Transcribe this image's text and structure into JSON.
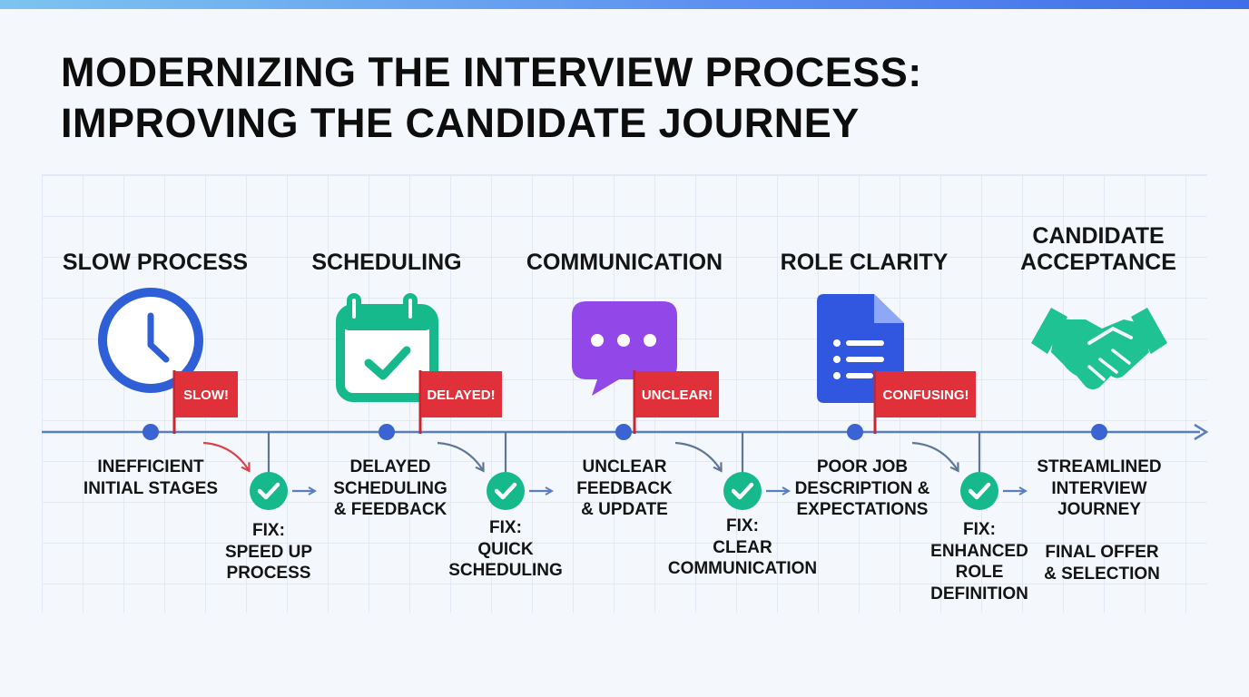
{
  "title_lines": [
    "MODERNIZING THE INTERVIEW PROCESS:",
    "IMPROVING THE CANDIDATE JOURNEY"
  ],
  "colors": {
    "accent_blue": "#2f5fd6",
    "timeline": "#5a7fc0",
    "check_green": "#16b98c",
    "flag_red": "#e0313a",
    "chat_purple": "#9247e8",
    "doc_blue": "#3157e0",
    "handshake_green": "#1fc293"
  },
  "stages": [
    {
      "title_lines": [
        "SLOW PROCESS"
      ],
      "icon": "clock-icon",
      "flag": "SLOW!",
      "problem_lines": [
        "INEFFICIENT",
        "INITIAL STAGES"
      ],
      "fix_lines": [
        "FIX:",
        "SPEED UP",
        "PROCESS"
      ]
    },
    {
      "title_lines": [
        "SCHEDULING"
      ],
      "icon": "calendar-check-icon",
      "flag": "DELAYED!",
      "problem_lines": [
        "DELAYED",
        "SCHEDULING",
        "& FEEDBACK"
      ],
      "fix_lines": [
        "FIX:",
        "QUICK",
        "SCHEDULING"
      ]
    },
    {
      "title_lines": [
        "COMMUNICATION"
      ],
      "icon": "chat-bubble-icon",
      "flag": "UNCLEAR!",
      "problem_lines": [
        "UNCLEAR",
        "FEEDBACK",
        "& UPDATE"
      ],
      "fix_lines": [
        "FIX:",
        "CLEAR",
        "COMMUNICATION"
      ]
    },
    {
      "title_lines": [
        "ROLE CLARITY"
      ],
      "icon": "document-icon",
      "flag": "CONFUSING!",
      "problem_lines": [
        "POOR JOB",
        "DESCRIPTION &",
        "EXPECTATIONS"
      ],
      "fix_lines": [
        "FIX:",
        "ENHANCED",
        "ROLE",
        "DEFINITION"
      ]
    },
    {
      "title_lines": [
        "CANDIDATE",
        "ACCEPTANCE"
      ],
      "icon": "handshake-icon",
      "problem_lines": [
        "STREAMLINED",
        "INTERVIEW",
        "JOURNEY"
      ],
      "extra_lines": [
        "FINAL OFFER",
        "& SELECTION"
      ]
    }
  ]
}
